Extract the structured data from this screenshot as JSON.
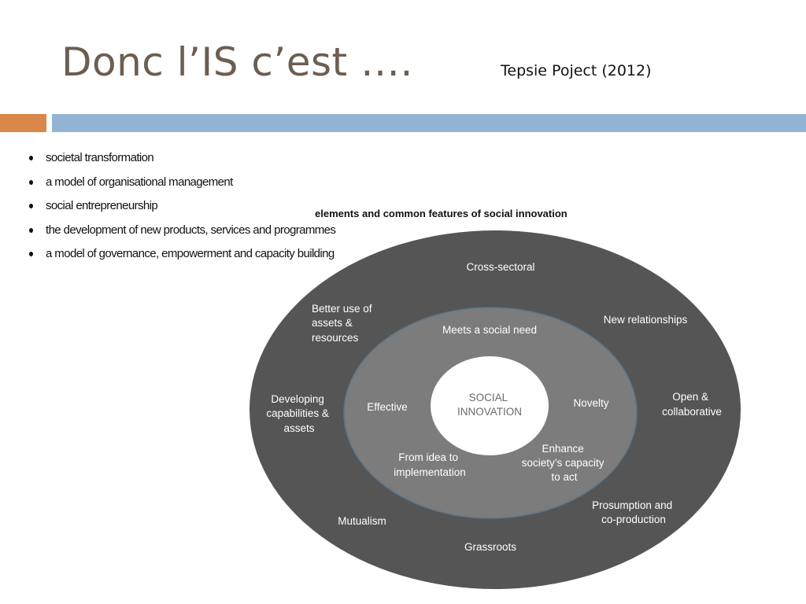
{
  "slide": {
    "title": "Donc l’IS c’est ….",
    "source": "Tepsie Poject (2012)"
  },
  "bullets": [
    "societal transformation",
    "a model of organisational management",
    "social entrepreneurship",
    "the development of new products, services and programmes",
    "a model of governance, empowerment and capacity building"
  ],
  "diagram": {
    "caption": "elements and common features of social innovation",
    "center": [
      "SOCIAL",
      "INNOVATION"
    ],
    "inner_ring": {
      "top": "Meets a social need",
      "left": "Effective",
      "right": "Novelty",
      "bottom_left": [
        "From idea to",
        "implementation"
      ],
      "bottom_right": [
        "Enhance",
        "society’s capacity",
        "to act"
      ]
    },
    "outer_ring": {
      "top": "Cross-sectoral",
      "top_left": [
        "Better use of",
        "assets &",
        "resources"
      ],
      "top_right": "New relationships",
      "left": [
        "Developing",
        "capabilities &",
        "assets"
      ],
      "right": [
        "Open &",
        "collaborative"
      ],
      "bottom_right": [
        "Prosumption and",
        "co-production"
      ],
      "bottom_left": "Mutualism",
      "bottom": "Grassroots"
    },
    "colors": {
      "outer": "#555555",
      "inner": "#7c7c7c",
      "ring_border": "#5c7487",
      "center": "#ffffff",
      "label_light": "#ffffff",
      "label_center": "#6b6b6b"
    }
  }
}
